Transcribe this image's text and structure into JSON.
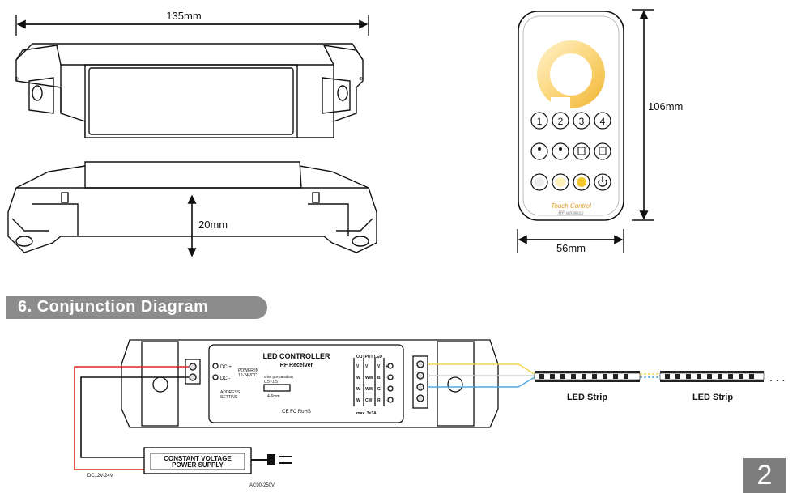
{
  "dimensions": {
    "length": "135mm",
    "height": "20mm",
    "remote_height": "106mm",
    "remote_width": "56mm"
  },
  "remote": {
    "buttons_row1": [
      "1",
      "2",
      "3",
      "4"
    ],
    "brand_line1": "Touch Control",
    "brand_line2": "RF wireless",
    "brand_color": "#e39a1e"
  },
  "section": {
    "title": "6. Conjunction Diagram"
  },
  "controller": {
    "title": "LED CONTROLLER",
    "subtitle": "RF Receiver",
    "dc_plus": "DC +",
    "dc_minus": "DC -",
    "power_in": "POWER IN",
    "power_range": "12-24VDC",
    "address": "ADDRESS",
    "setting": "SETTING",
    "wire_prep": "wire preparation",
    "wire_gauge": "0.5~1.5\"",
    "strip_len": "4-6mm",
    "certs": "CE FC RoHS",
    "output_led": "OUTPUT LED",
    "max": "max. 3x3A",
    "col1": [
      "V",
      "W",
      "W",
      "W"
    ],
    "col2": [
      "V",
      "WW",
      "WW",
      "CW"
    ],
    "col3": [
      "V",
      "B",
      "G",
      "R"
    ],
    "col4": [
      "+",
      "-",
      "-",
      "-"
    ]
  },
  "power_supply": {
    "line1": "CONSTANT VOLTAGE",
    "line2": "POWER SUPPLY",
    "dc_label": "DC12V-24V",
    "ac_label": "AC90-250V"
  },
  "strips": {
    "label1": "LED Strip",
    "label2": "LED Strip",
    "continuation": ". . ."
  },
  "page": {
    "number": "2"
  },
  "colors": {
    "red_wire": "#e0271f",
    "yellow_wire": "#f2d64a",
    "blue_wire": "#55a8dc",
    "white_wire": "#cfd3d6"
  }
}
